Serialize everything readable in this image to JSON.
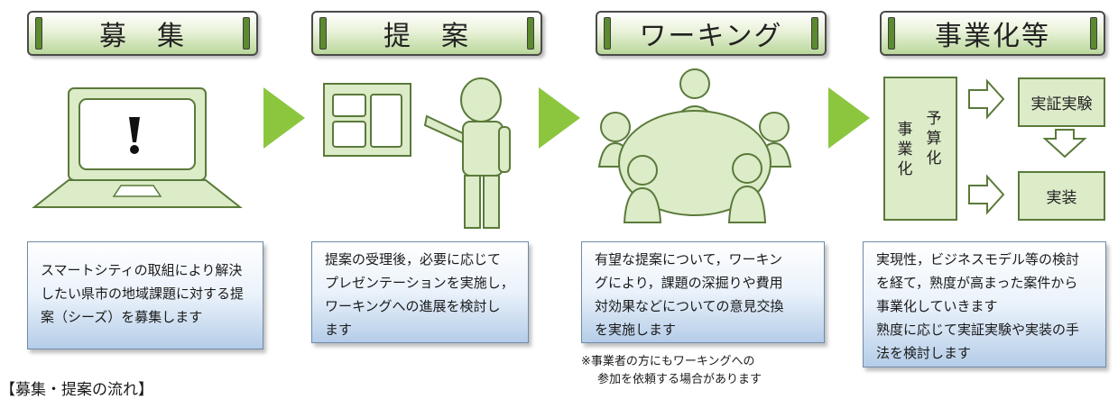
{
  "stages": {
    "recruit": {
      "header": "募　集",
      "desc_lines": [
        "スマートシティの取組により解決",
        "したい県市の地域課題に対する提",
        "案（シーズ）を募集します"
      ]
    },
    "proposal": {
      "header": "提　案",
      "desc_lines": [
        "提案の受理後，必要に応じて",
        "プレゼンテーションを実施し，",
        "ワーキングへの進展を検討し",
        "ます"
      ]
    },
    "working": {
      "header": "ワーキング",
      "desc_lines": [
        "有望な提案について，ワーキン",
        "グにより，課題の深掘りや費用",
        "対効果などについての意見交換",
        "を実施します"
      ],
      "note_lines": [
        "※事業者の方にもワーキングへの",
        "参加を依頼する場合があります"
      ]
    },
    "commercialize": {
      "header": "事業化等",
      "desc_lines": [
        "実現性，ビジネスモデル等の検討",
        "を経て，熟度が高まった案件から",
        "事業化していきます",
        "熟度に応じて実証実験や実装の手",
        "法を検討します"
      ],
      "panel_col1": [
        "事",
        "業",
        "化"
      ],
      "panel_col2": [
        "予",
        "算",
        "化"
      ],
      "box_demo": "実証実験",
      "box_impl": "実装"
    }
  },
  "footer_title": "【募集・提案の流れ】",
  "colors": {
    "icon_fill": "#dcebc8",
    "icon_stroke": "#5a7a3a",
    "arrow": "#8cc63f",
    "header_accent": "#5b8a2f",
    "desc_bottom": "#b5cde8"
  }
}
